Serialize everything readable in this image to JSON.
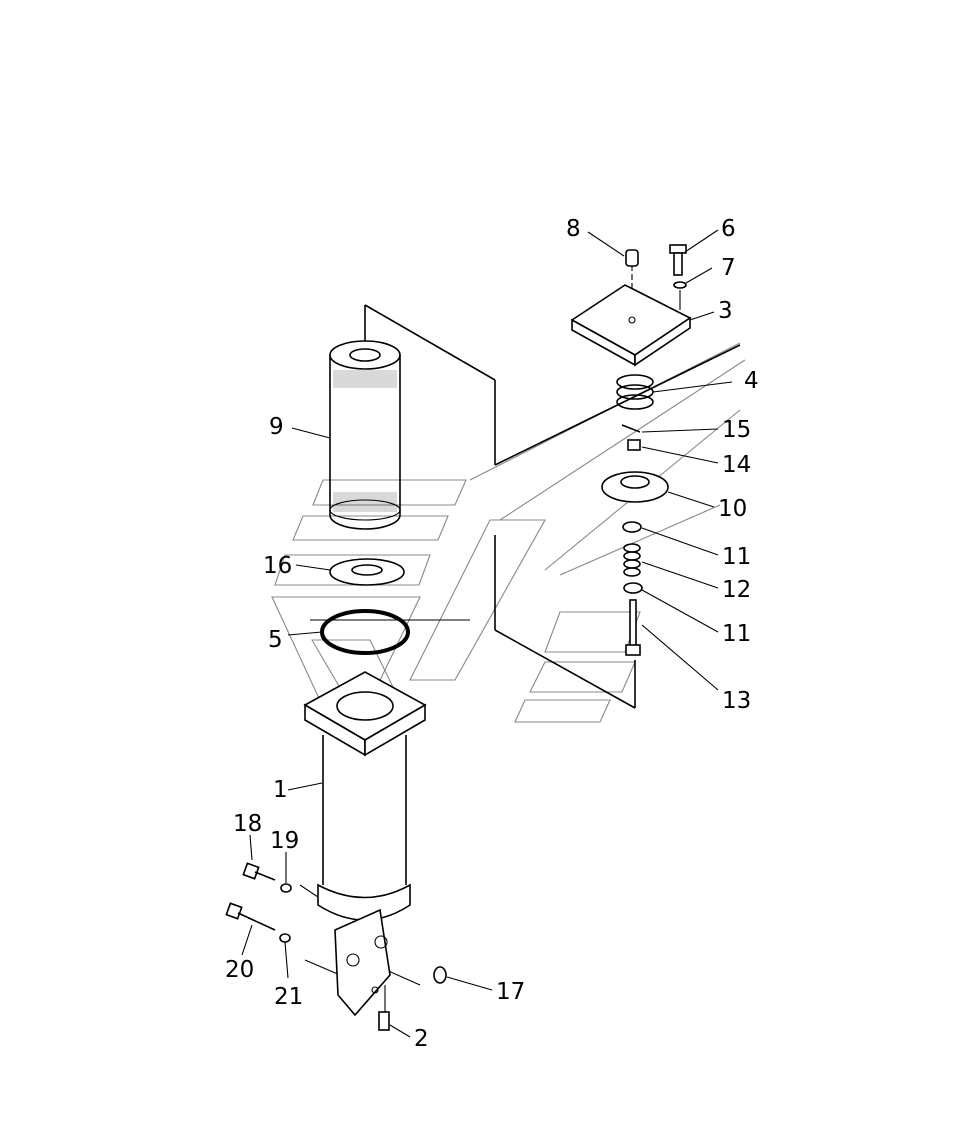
{
  "diagram": {
    "callouts": [
      "8",
      "6",
      "7",
      "3",
      "4",
      "15",
      "14",
      "10",
      "11",
      "12",
      "11",
      "13",
      "9",
      "16",
      "5",
      "1",
      "18",
      "19",
      "20",
      "21",
      "17",
      "2"
    ]
  }
}
